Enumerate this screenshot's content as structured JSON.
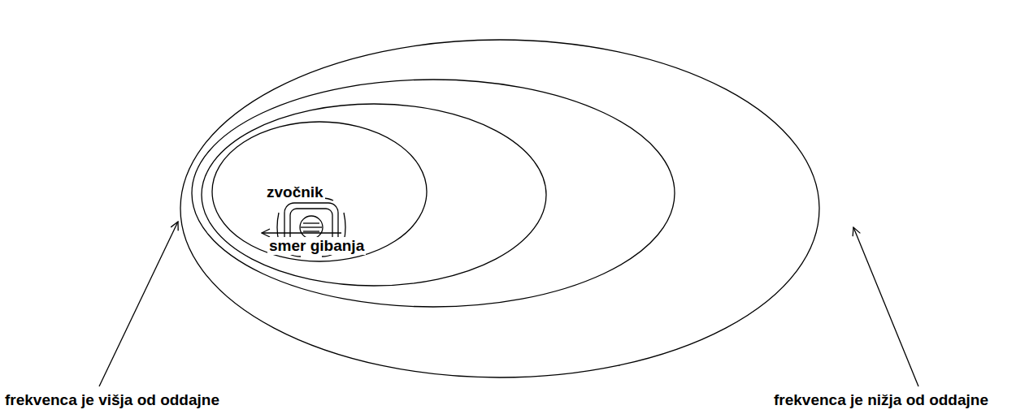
{
  "diagram": {
    "labels": [
      "zvočnik",
      "smer gibanja",
      "frekvenca je višja od oddajne",
      "frekvenca je nižja od oddajne"
    ]
  }
}
